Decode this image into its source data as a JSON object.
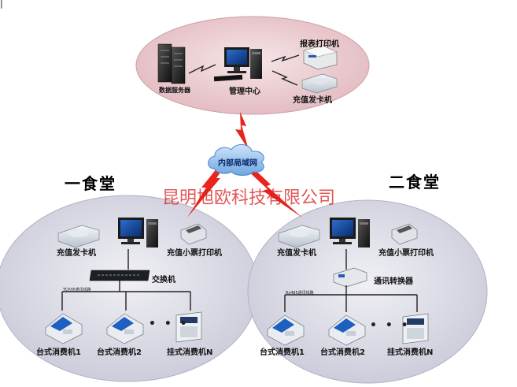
{
  "header": {
    "mark": "|"
  },
  "center": {
    "data_server": "数据服务器",
    "management_center": "管理中心",
    "report_printer": "报表打印机",
    "recharge_card_issuer": "充值发卡机"
  },
  "network": {
    "intranet": "内部局域网"
  },
  "watermark": "昆明旭欧科技有限公司",
  "canteen1": {
    "title": "一食堂",
    "card_issuer": "充值发卡机",
    "receipt_printer": "充值小票打印机",
    "switch": "交换机",
    "line_label": "TCP/IP通讯线路",
    "terminal1": "台式消费机1",
    "terminal2": "台式消费机2",
    "terminalN": "挂式消费机N",
    "ellipsis": "• • •"
  },
  "canteen2": {
    "title": "二食堂",
    "card_issuer": "充值发卡机",
    "receipt_printer": "充值小票打印机",
    "converter": "通讯转换器",
    "line_label": "Rs485通讯线路",
    "terminal1": "台式消费机1",
    "terminal2": "台式消费机2",
    "terminalN": "挂式消费机N",
    "ellipsis": "• • •"
  },
  "colors": {
    "top_ellipse": "#eccfd3",
    "bottom_ellipse": "#dcdde6",
    "lightning": "#e8241c",
    "cloud": "#7fb4e8",
    "watermark": "#d71e1e"
  }
}
